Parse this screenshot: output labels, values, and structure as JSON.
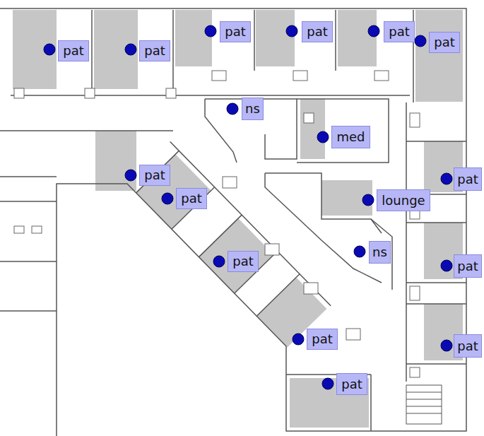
{
  "diagram": {
    "nodes": [
      {
        "text": [
          "pat"
        ]
      },
      {
        "text": [
          "pat"
        ]
      },
      {
        "text": [
          "pat"
        ]
      },
      {
        "text": [
          "pat"
        ]
      },
      {
        "text": [
          "pat"
        ]
      },
      {
        "text": [
          "pat"
        ]
      },
      {
        "text": [
          "ns"
        ]
      },
      {
        "text": [
          "med"
        ]
      },
      {
        "text": [
          "pat"
        ]
      },
      {
        "text": [
          "pat"
        ]
      },
      {
        "text": [
          "pat"
        ]
      },
      {
        "text": [
          "lounge"
        ]
      },
      {
        "text": [
          "ns"
        ]
      },
      {
        "text": [
          "pat"
        ]
      },
      {
        "text": [
          "pat"
        ]
      },
      {
        "text": [
          "pat"
        ]
      },
      {
        "text": [
          "pat"
        ]
      },
      {
        "text": [
          "pat"
        ]
      }
    ]
  }
}
